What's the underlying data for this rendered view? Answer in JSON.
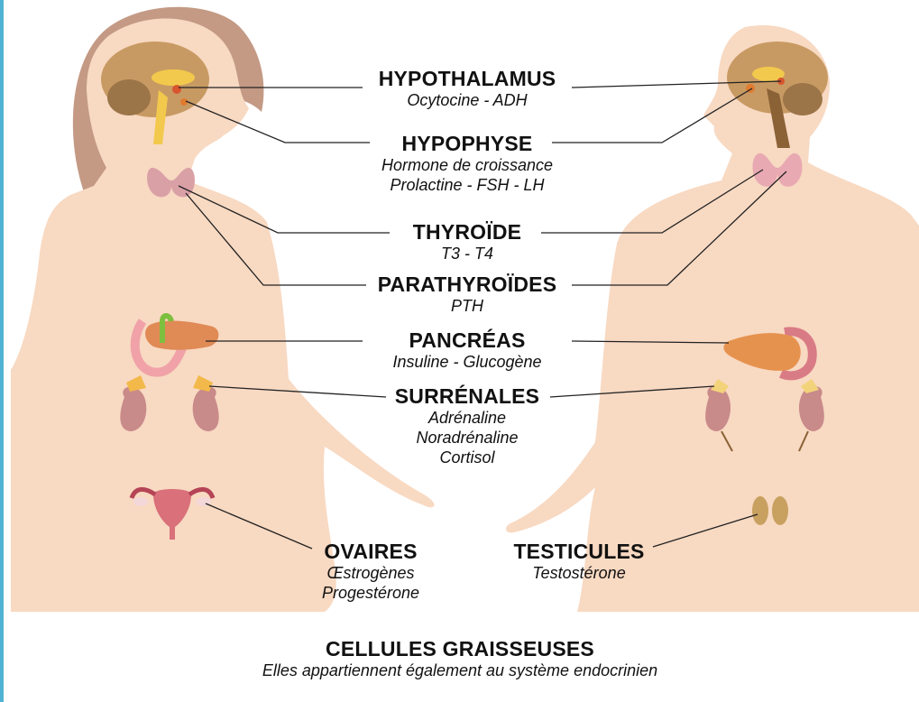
{
  "labels": {
    "hypothalamus": {
      "title": "HYPOTHALAMUS",
      "hormones": [
        "Ocytocine - ADH"
      ]
    },
    "hypophyse": {
      "title": "HYPOPHYSE",
      "hormones": [
        "Hormone de croissance",
        "Prolactine - FSH - LH"
      ]
    },
    "thyroide": {
      "title": "THYROÏDE",
      "hormones": [
        "T3 - T4"
      ]
    },
    "parathyroides": {
      "title": "PARATHYROÏDES",
      "hormones": [
        "PTH"
      ]
    },
    "pancreas": {
      "title": "PANCRÉAS",
      "hormones": [
        "Insuline - Glucogène"
      ]
    },
    "surrenales": {
      "title": "SURRÉNALES",
      "hormones": [
        "Adrénaline",
        "Noradrénaline",
        "Cortisol"
      ]
    },
    "ovaires": {
      "title": "OVAIRES",
      "hormones": [
        "Œstrogènes",
        "Progestérone"
      ]
    },
    "testicules": {
      "title": "TESTICULES",
      "hormones": [
        "Testostérone"
      ]
    }
  },
  "footer": {
    "title": "CELLULES GRAISSEUSES",
    "subtitle": "Elles appartiennent également au système endocrinien"
  },
  "colors": {
    "skin": "#f8d9c2",
    "hair": "#c49a85",
    "brain": "#c89a63",
    "cerebellum": "#9b7448",
    "thyroid": "#d9a0a6",
    "pancreas": "#e08a55",
    "kidney": "#c98a8a",
    "adrenal": "#f2b94a",
    "uterus": "#d9707a",
    "testis": "#c8a060",
    "accent_border": "#4fb3d4"
  }
}
